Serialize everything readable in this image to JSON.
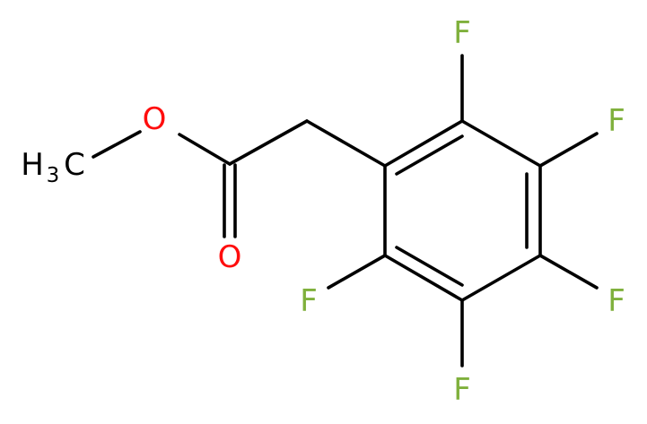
{
  "colors": {
    "bond": "#000000",
    "carbon": "#000000",
    "oxygen": "#ff0d0d",
    "fluorine": "#7fb03c"
  },
  "labels": {
    "methyl_main": "H",
    "methyl_sub": "3",
    "methyl_tail": "C",
    "ether_oxygen": "O",
    "carbonyl_oxygen": "O",
    "f_top": "F",
    "f_upper_right": "F",
    "f_lower_right": "F",
    "f_bottom": "F",
    "f_left": "F"
  }
}
